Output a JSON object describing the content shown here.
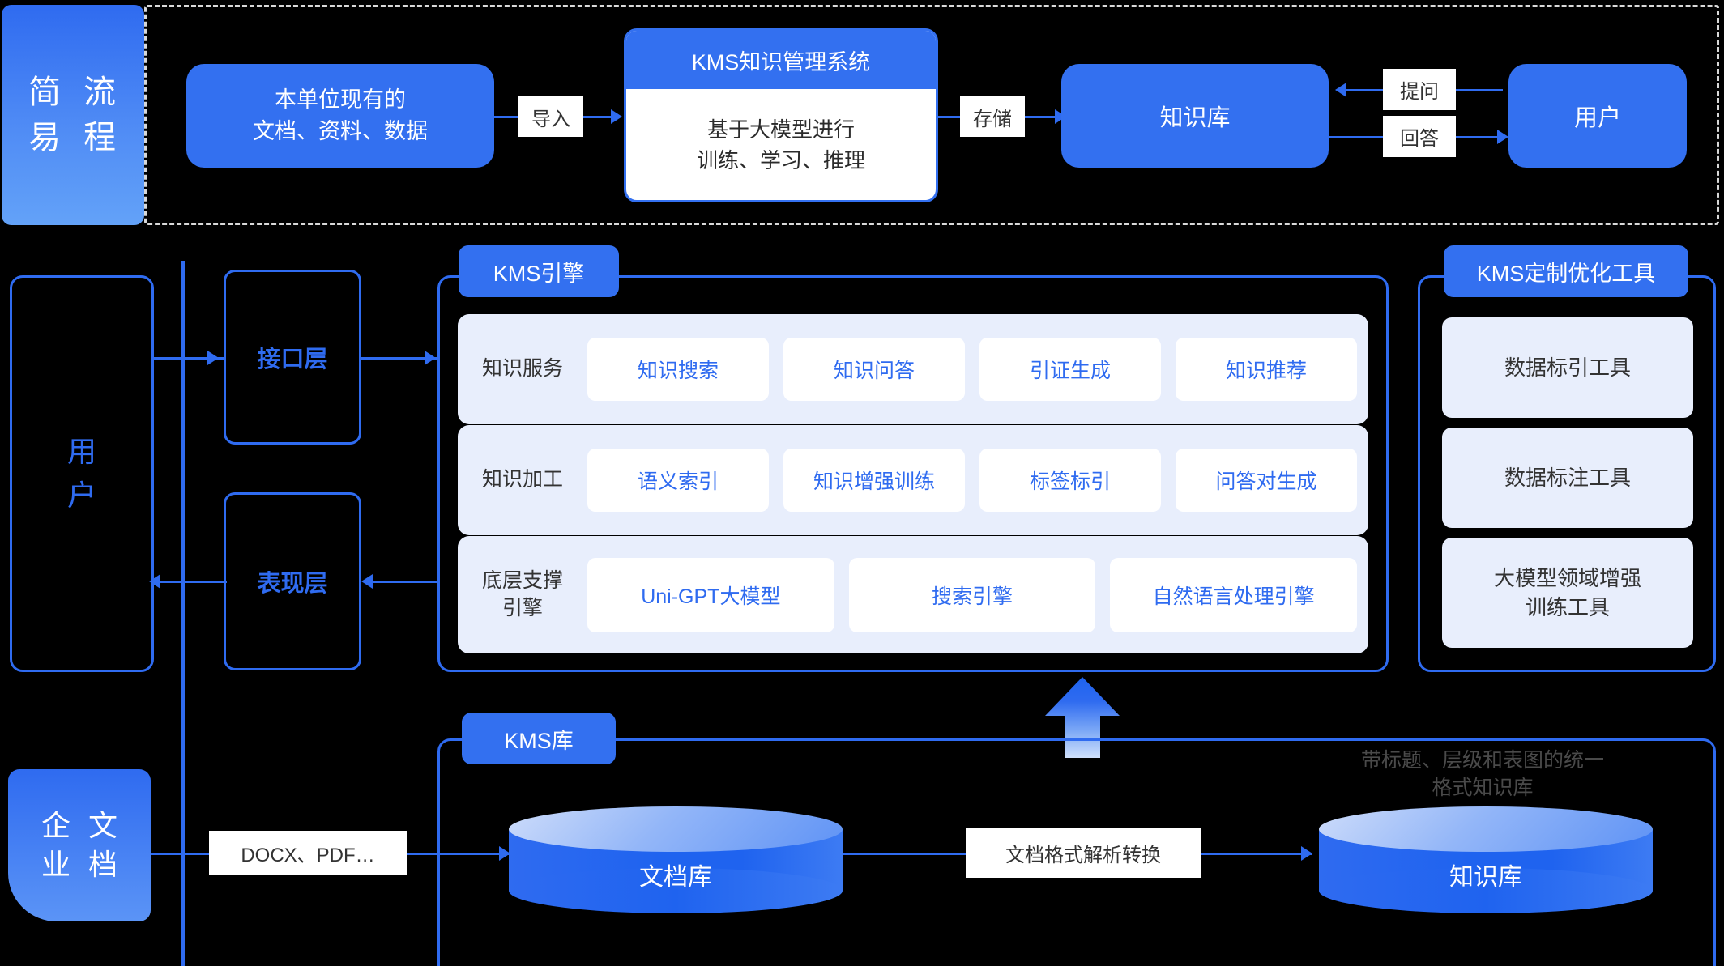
{
  "top_flow": {
    "side_label": {
      "col1": [
        "简",
        "易"
      ],
      "col2": [
        "流",
        "程"
      ],
      "full": "简易流程"
    },
    "source_box": {
      "line1": "本单位现有的",
      "line2": "文档、资料、数据"
    },
    "edge_import": "导入",
    "kms_card": {
      "header": "KMS知识管理系统",
      "body_line1": "基于大模型进行",
      "body_line2": "训练、学习、推理"
    },
    "edge_store": "存储",
    "kb_box": "知识库",
    "edge_ask": "提问",
    "edge_answer": "回答",
    "user_box": "用户"
  },
  "architecture": {
    "user_column": {
      "col": [
        "用",
        "户"
      ],
      "full": "用户"
    },
    "interface_layer": "接口层",
    "presentation_layer": "表现层",
    "engine_panel": {
      "title": "KMS引擎",
      "rows": [
        {
          "label": "知识服务",
          "items": [
            "知识搜索",
            "知识问答",
            "引证生成",
            "知识推荐"
          ]
        },
        {
          "label": "知识加工",
          "items": [
            "语义索引",
            "知识增强训练",
            "标签标引",
            "问答对生成"
          ]
        },
        {
          "label": "底层支撑\n引擎",
          "label_line1": "底层支撑",
          "label_line2": "引擎",
          "items": [
            "Uni-GPT大模型",
            "搜索引擎",
            "自然语言处理引擎"
          ]
        }
      ]
    },
    "tools_panel": {
      "title": "KMS定制优化工具",
      "items": [
        "数据标引工具",
        "数据标注工具",
        "大模型领域增强\n训练工具"
      ],
      "item3_line1": "大模型领域增强",
      "item3_line2": "训练工具"
    }
  },
  "storage": {
    "enterprise_tag": {
      "col1": [
        "企",
        "业"
      ],
      "col2": [
        "文",
        "档"
      ],
      "full": "企业文档"
    },
    "edge_formats": "DOCX、PDF…",
    "panel_title": "KMS库",
    "doc_store": "文档库",
    "edge_convert": "文档格式解析转换",
    "knowledge_store": "知识库",
    "ghost_note_line1": "带标题、层级和表图的统一",
    "ghost_note_line2": "格式知识库"
  },
  "colors": {
    "primary": "#3370f0",
    "line": "#2f6bf0",
    "row_bg": "#e8eefc",
    "chip_bg": "#ffffff",
    "canvas": "#000000",
    "dashed_border": "#d8d8d8"
  }
}
